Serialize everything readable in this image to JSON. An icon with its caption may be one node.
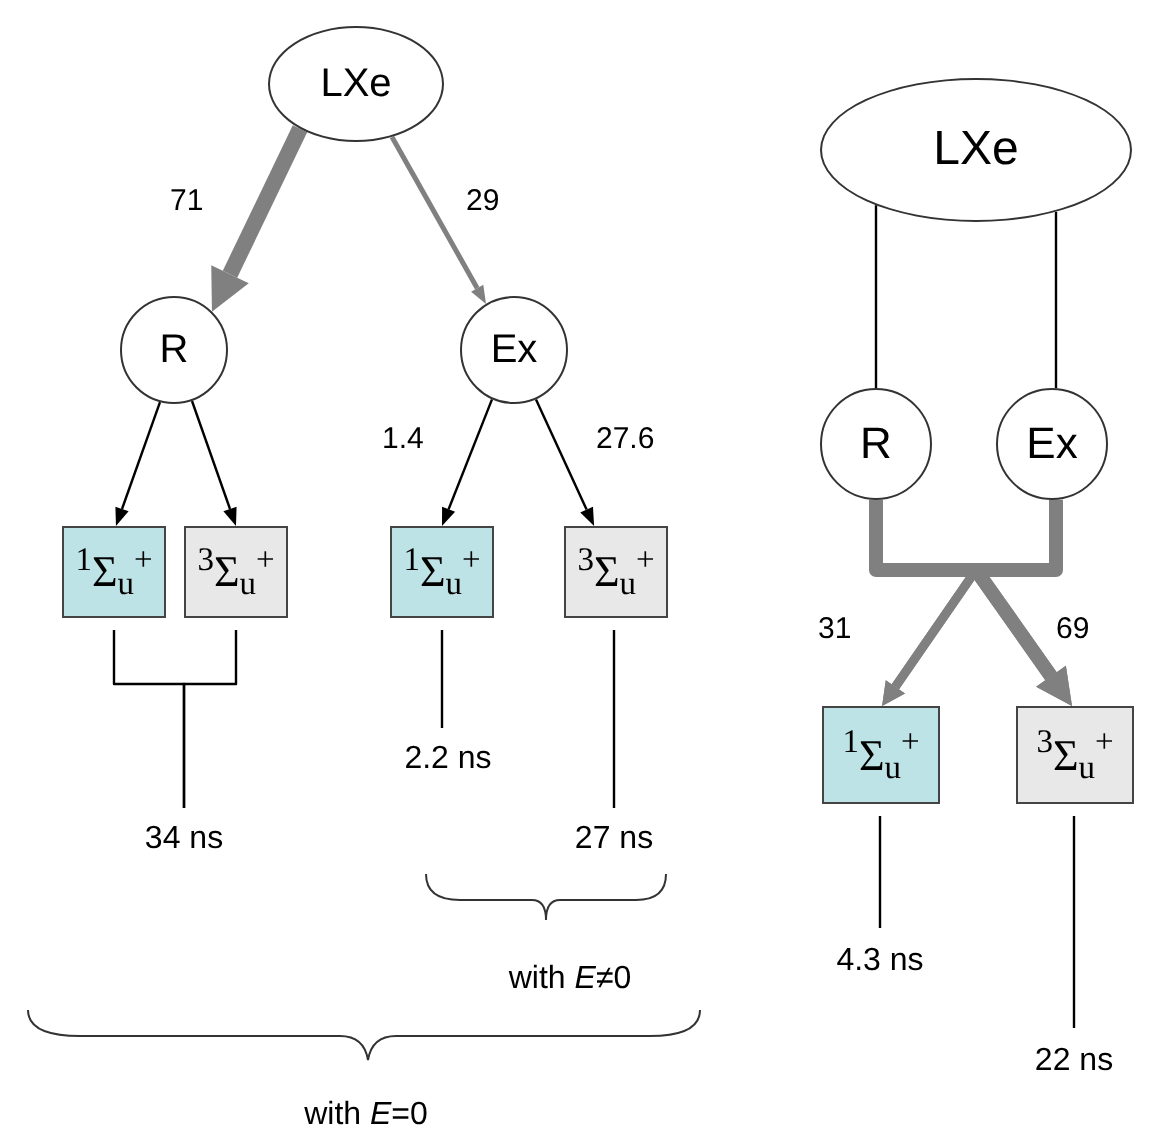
{
  "diagram": {
    "nodes": [
      {
        "text": [
          "LXe"
        ]
      },
      {
        "text": [
          "R"
        ]
      },
      {
        "text": [
          "Ex"
        ]
      },
      {
        "text": [
          "$^{1}$Σ$_{u}$$^{+}$"
        ]
      },
      {
        "text": [
          "$^{3}$Σ$_{u}$$^{+}$"
        ]
      },
      {
        "text": [
          "$^{1}$Σ$_{u}$$^{+}$"
        ]
      },
      {
        "text": [
          "$^{3}$Σ$_{u}$$^{+}$"
        ]
      },
      {
        "text": [
          "34 ns"
        ]
      },
      {
        "text": [
          "2.2 ns"
        ]
      },
      {
        "text": [
          "27 ns"
        ]
      },
      {
        "text": [
          "LXe"
        ]
      },
      {
        "text": [
          "R"
        ]
      },
      {
        "text": [
          "Ex"
        ]
      },
      {
        "text": [
          "$^{1}$Σ$_{u}$$^{+}$"
        ]
      },
      {
        "text": [
          "$^{3}$Σ$_{u}$$^{+}$"
        ]
      },
      {
        "text": [
          "4.3 ns"
        ]
      },
      {
        "text": [
          "22 ns"
        ]
      }
    ],
    "edges": [
      {
        "from": 0,
        "to": 1,
        "arrow": "to",
        "label": "71",
        "style": "thick",
        "color": "#808080"
      },
      {
        "from": 0,
        "to": 2,
        "arrow": "to",
        "label": "29",
        "color": "#808080"
      },
      {
        "from": 1,
        "to": 3,
        "arrow": "to"
      },
      {
        "from": 1,
        "to": 4,
        "arrow": "to"
      },
      {
        "from": 2,
        "to": 5,
        "arrow": "to",
        "label": "1.4"
      },
      {
        "from": 2,
        "to": 6,
        "arrow": "to",
        "label": "27.6"
      },
      {
        "from": 3,
        "to": 7,
        "arrow": "none"
      },
      {
        "from": 4,
        "to": 7,
        "arrow": "none"
      },
      {
        "from": 5,
        "to": 8,
        "arrow": "none"
      },
      {
        "from": 6,
        "to": 9,
        "arrow": "none"
      },
      {
        "from": 10,
        "to": 11,
        "arrow": "none"
      },
      {
        "from": 10,
        "to": 12,
        "arrow": "none"
      },
      {
        "from": 11,
        "to": 13,
        "arrow": "to",
        "label": "31",
        "style": "thick",
        "color": "#808080"
      },
      {
        "from": 11,
        "to": 14,
        "arrow": "to",
        "label": "69",
        "style": "thick",
        "color": "#808080"
      },
      {
        "from": 12,
        "to": 13,
        "arrow": "to",
        "style": "thick",
        "color": "#808080"
      },
      {
        "from": 12,
        "to": 14,
        "arrow": "to",
        "style": "thick",
        "color": "#808080"
      },
      {
        "from": 13,
        "to": 15,
        "arrow": "none"
      },
      {
        "from": 14,
        "to": 16,
        "arrow": "none"
      }
    ],
    "labels": [
      "with *E*≠0",
      "with *E*=0"
    ]
  }
}
